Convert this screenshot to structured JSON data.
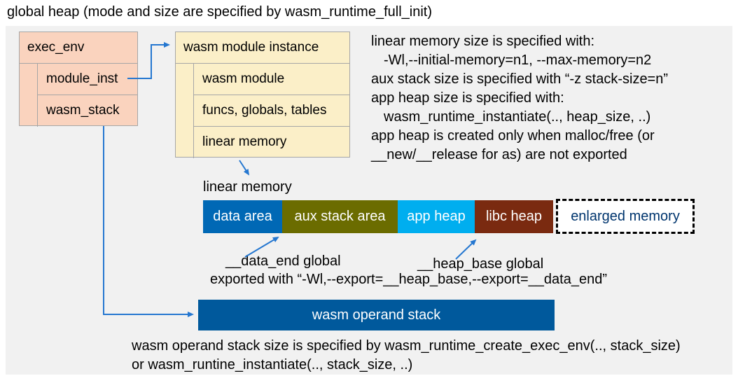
{
  "title": "global heap (mode and size are specified by wasm_runtime_full_init)",
  "exec_env": {
    "title": "exec_env",
    "fields": [
      "module_inst",
      "wasm_stack"
    ]
  },
  "module_instance": {
    "title": "wasm module instance",
    "fields": [
      "wasm module",
      "funcs, globals, tables",
      "linear memory"
    ]
  },
  "notes_right": [
    "linear memory size is specified with:",
    "-Wl,--initial-memory=n1, --max-memory=n2",
    "aux stack size is specified with “-z stack-size=n”",
    "app heap size is specified with:",
    "wasm_runtime_instantiate(.., heap_size, ..)",
    "app heap is created only when malloc/free (or",
    "__new/__release for as) are not exported"
  ],
  "linear_memory": {
    "label": "linear memory",
    "segments": [
      {
        "label": "data area",
        "color": "#0068B5",
        "text_color": "#FFFFFF"
      },
      {
        "label": "aux stack area",
        "color": "#6B6C00",
        "text_color": "#FFFFFF"
      },
      {
        "label": "app heap",
        "color": "#00AEEF",
        "text_color": "#FFFFFF"
      },
      {
        "label": "libc heap",
        "color": "#7A2A10",
        "text_color": "#FFFFFF"
      },
      {
        "label": "enlarged memory",
        "color": "#FFFFFF",
        "text_color": "#00356E",
        "border_style": "dashed"
      }
    ]
  },
  "annotations": {
    "data_end": "__data_end global",
    "heap_base": "__heap_base global",
    "exported": "exported with “-Wl,--export=__heap_base,--export=__data_end”"
  },
  "operand_stack": {
    "label": "wasm operand stack",
    "color": "#00599C"
  },
  "notes_bottom": [
    "wasm operand stack size is specified by wasm_runtime_create_exec_env(.., stack_size)",
    "or wasm_runtine_instantiate(.., stack_size, ..)"
  ],
  "colors": {
    "panel_bg": "#F1F1F1",
    "exec_env_fill": "#FAD3BE",
    "instance_fill": "#FBEFC8",
    "box_border": "#A6A6A6",
    "arrow": "#2577D0"
  }
}
